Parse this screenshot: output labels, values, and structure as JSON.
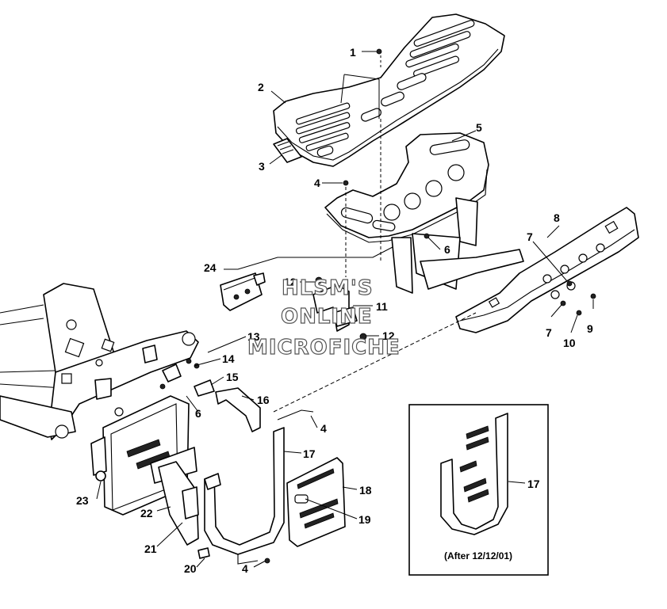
{
  "diagram": {
    "callouts": [
      {
        "id": "c1",
        "text": "1"
      },
      {
        "id": "c2",
        "text": "2"
      },
      {
        "id": "c3",
        "text": "3"
      },
      {
        "id": "c4a",
        "text": "4"
      },
      {
        "id": "c5",
        "text": "5"
      },
      {
        "id": "c6a",
        "text": "6"
      },
      {
        "id": "c7a",
        "text": "7"
      },
      {
        "id": "c8",
        "text": "8"
      },
      {
        "id": "c9",
        "text": "9"
      },
      {
        "id": "c7b",
        "text": "7"
      },
      {
        "id": "c10",
        "text": "10"
      },
      {
        "id": "c24",
        "text": "24"
      },
      {
        "id": "c12a",
        "text": "12"
      },
      {
        "id": "c11",
        "text": "11"
      },
      {
        "id": "c12b",
        "text": "12"
      },
      {
        "id": "c13",
        "text": "13"
      },
      {
        "id": "c14",
        "text": "14"
      },
      {
        "id": "c15",
        "text": "15"
      },
      {
        "id": "c16",
        "text": "16"
      },
      {
        "id": "c6b",
        "text": "6"
      },
      {
        "id": "c4b",
        "text": "4"
      },
      {
        "id": "c17a",
        "text": "17"
      },
      {
        "id": "c18",
        "text": "18"
      },
      {
        "id": "c19",
        "text": "19"
      },
      {
        "id": "c23",
        "text": "23"
      },
      {
        "id": "c22",
        "text": "22"
      },
      {
        "id": "c21",
        "text": "21"
      },
      {
        "id": "c20",
        "text": "20"
      },
      {
        "id": "c4c",
        "text": "4"
      },
      {
        "id": "c17b",
        "text": "17"
      }
    ],
    "inset_caption": "(After 12/12/01)",
    "watermark": [
      "HLSM'S",
      "ONLINE",
      "MICROFICHE"
    ]
  }
}
